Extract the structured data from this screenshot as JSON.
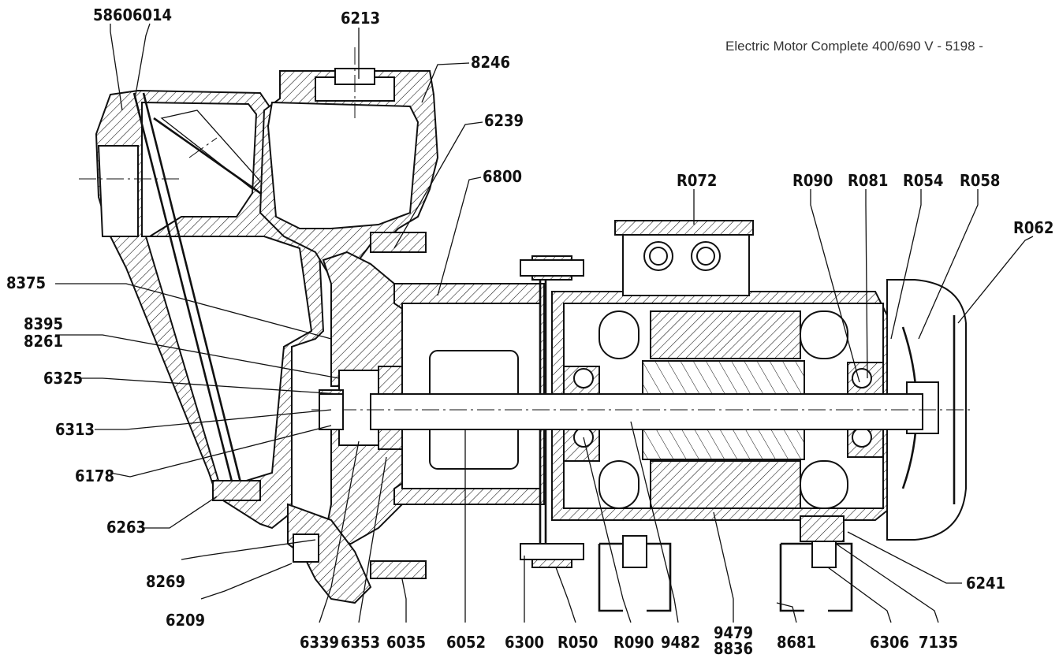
{
  "drawing_title": "Electric Motor Complete 400/690 V - 5198 -",
  "callouts": {
    "c5860": "5860",
    "c6014": "6014",
    "c6213": "6213",
    "c8246": "8246",
    "c6239": "6239",
    "c6800": "6800",
    "cR072": "R072",
    "cR090top": "R090",
    "cR081": "R081",
    "cR054": "R054",
    "cR058": "R058",
    "cR062": "R062",
    "c8375": "8375",
    "c8395": "8395",
    "c8261": "8261",
    "c6325": "6325",
    "c6313": "6313",
    "c6178": "6178",
    "c6263": "6263",
    "c8269": "8269",
    "c6209": "6209",
    "c6339": "6339",
    "c6353": "6353",
    "c6035": "6035",
    "c6052": "6052",
    "c6300": "6300",
    "cR050": "R050",
    "cR090bot": "R090",
    "c9482": "9482",
    "c9479": "9479",
    "c8836": "8836",
    "c8681": "8681",
    "c6306": "6306",
    "c7135": "7135",
    "c6241": "6241"
  },
  "colors": {
    "line": "#111111",
    "background": "#ffffff"
  }
}
